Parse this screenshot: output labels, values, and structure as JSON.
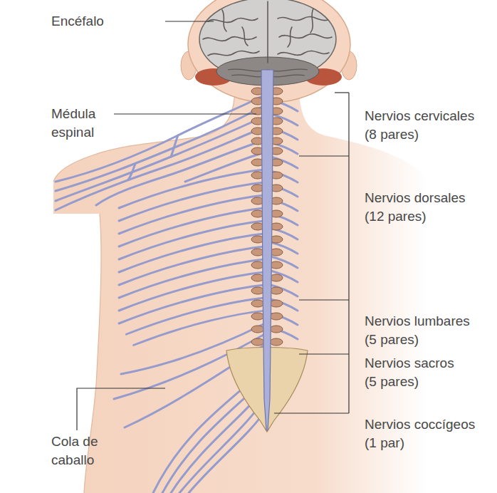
{
  "diagram": {
    "labels": [
      "Encéfalo",
      "Médula espinal",
      "Nervios cervicales (8 pares)",
      "Nervios dorsales (12 pares)",
      "Nervios lumbares (5 pares)",
      "Nervios sacros (5 pares)",
      "Nervios coccígeos (1 par)",
      "Cola de caballo"
    ]
  }
}
